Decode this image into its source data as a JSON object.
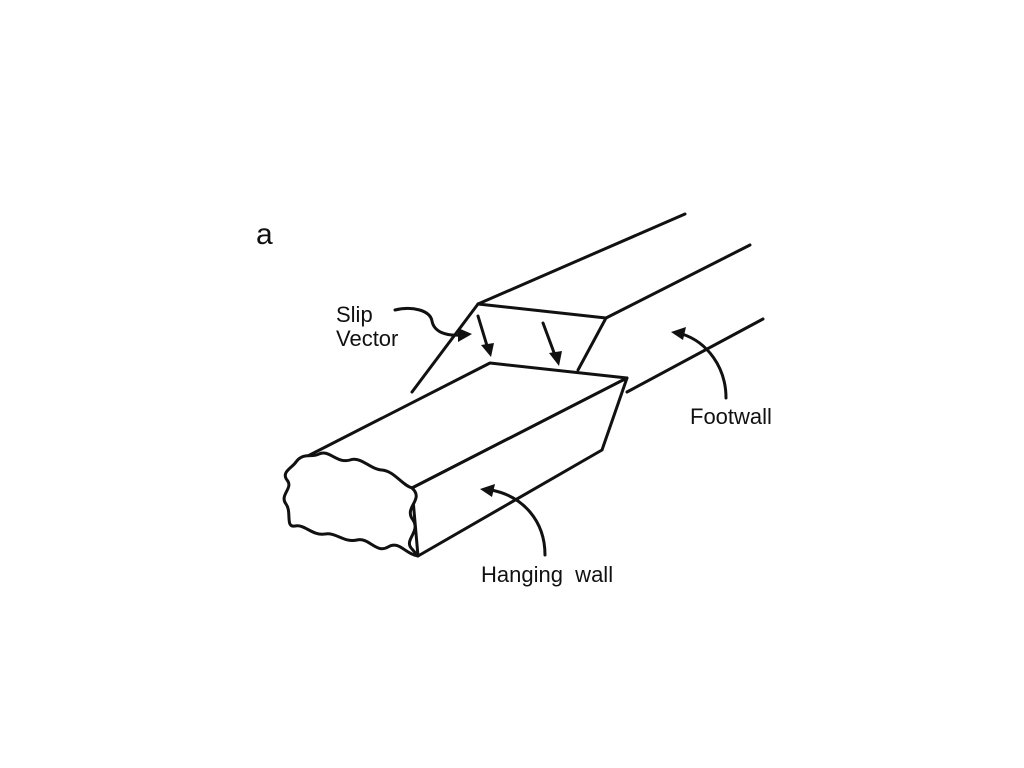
{
  "figure": {
    "panel_label": "a",
    "labels": {
      "slip_line1": "Slip",
      "slip_line2": "Vector",
      "footwall": "Footwall",
      "hanging_wall": "Hanging  wall"
    }
  },
  "colors": {
    "ink": "#111111",
    "background": "#ffffff"
  }
}
